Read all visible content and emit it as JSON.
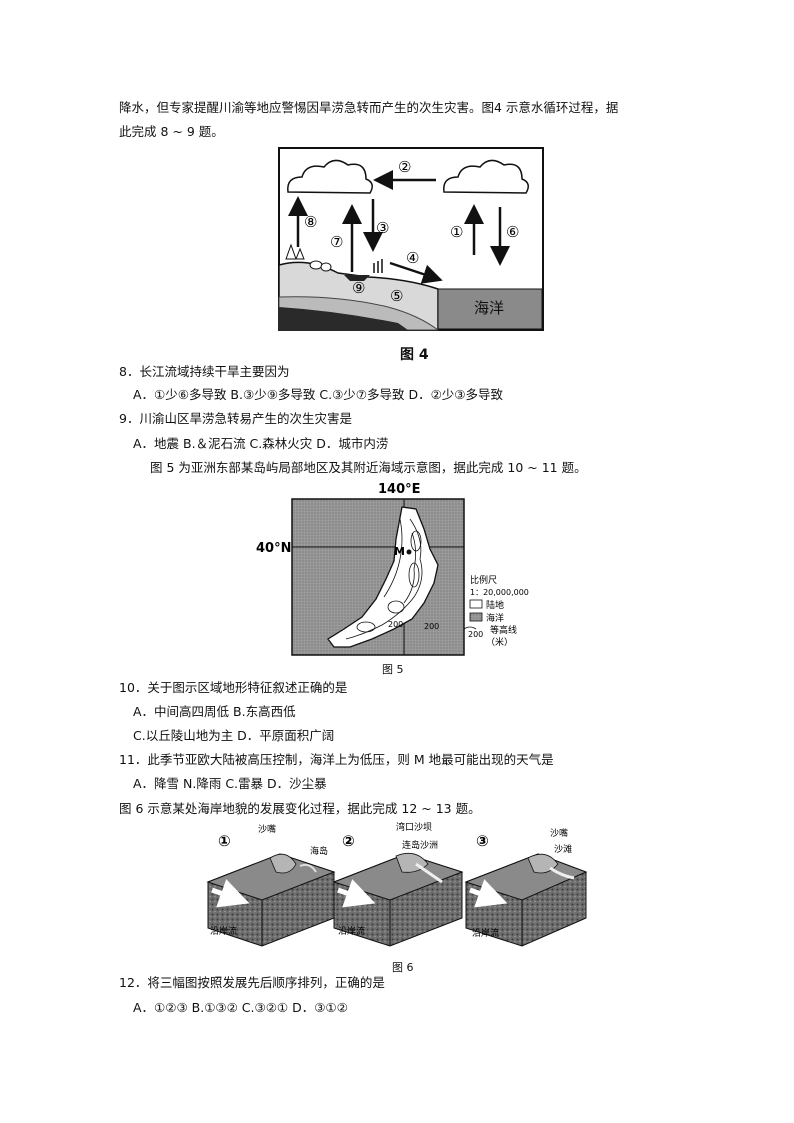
{
  "intro": {
    "line1": "降水，但专家提醒川渝等地应警惕因旱涝急转而产生的次生灾害。图4 示意水循环过程，据",
    "line2": "此完成 8 ~ 9 题。"
  },
  "fig4": {
    "caption": "图 4",
    "labels": [
      "①",
      "②",
      "③",
      "④",
      "⑤",
      "⑥",
      "⑦",
      "⑧",
      "⑨"
    ],
    "ocean_label": "海洋"
  },
  "q8": {
    "stem": "8．长江流域持续干旱主要因为",
    "options": "A．①少⑥多导致 B.③少⑨多导致   C.③少⑦多导致 D．②少③多导致"
  },
  "q9": {
    "stem": "9．川渝山区旱涝急转易产生的次生灾害是",
    "options": "A．地震   B.＆泥石流    C.森林火灾       D．城市内涝"
  },
  "intro2": "图 5 为亚洲东部某岛屿局部地区及其附近海域示意图，据此完成 10 ~ 11 题。",
  "fig5": {
    "caption": "图 5",
    "lon_label": "140°E",
    "lat_label": "40°N",
    "point_label": "M",
    "contour_value_1": "200",
    "contour_value_2": "200",
    "legend": {
      "scale_title": "比例尺",
      "scale_value": "1：20,000,000",
      "land": "陆地",
      "ocean": "海洋",
      "contour_value": "200",
      "contour_label": "等高线",
      "contour_unit": "（米）"
    }
  },
  "q10": {
    "stem": "10．关于图示区域地形特征叙述正确的是",
    "options1": "A．中间高四周低     B.东高西低",
    "options2": "C.以丘陵山地为主      D．平原面积广阔"
  },
  "q11": {
    "stem": "11．此季节亚欧大陆被高压控制，海洋上为低压，则 M 地最可能出现的天气是",
    "options": "A．降雪     N.降雨     C.雷暴      D．沙尘暴"
  },
  "intro3": "图 6 示意某处海岸地貌的发展变化过程，据此完成 12 ~ 13 题。",
  "fig6": {
    "caption": "图 6",
    "panels": [
      "①",
      "②",
      "③"
    ],
    "p1_labels": [
      "沙嘴",
      "海岛",
      "沿岸流"
    ],
    "p2_labels": [
      "湾口沙坝",
      "连岛沙洲",
      "沿岸流"
    ],
    "p3_labels": [
      "沙嘴",
      "沙滩",
      "沿岸流"
    ]
  },
  "q12": {
    "stem": "12．将三幅图按照发展先后顺序排列，正确的是",
    "options": "A．①②③    B.①③②      C.③②①      D．③①②"
  }
}
